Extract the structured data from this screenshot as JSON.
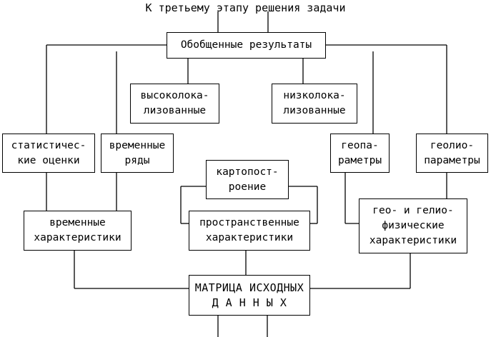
{
  "diagram": {
    "title": "К третьему этапу решения задачи",
    "nodes": {
      "generalized": "Обобщенные результаты",
      "high_localized": "высоколока-\nлизованные",
      "low_localized": "низколока-\nлизованные",
      "statistical": "статистичес-\nкие оценки",
      "time_series": "временные\nряды",
      "geo_params": "геопа-\nраметры",
      "geolio_params": "геолио-\nпараметры",
      "mapping": "картопост-\nроение",
      "time_characteristics": "временные\nхарактеристики",
      "spatial_characteristics": "пространственные\nхарактеристики",
      "geo_helio_characteristics": "гео- и гелио-\nфизические\nхарактеристики",
      "source_matrix": "МАТРИЦА ИСХОДНЫХ\nД А Н Н Ы Х"
    }
  }
}
